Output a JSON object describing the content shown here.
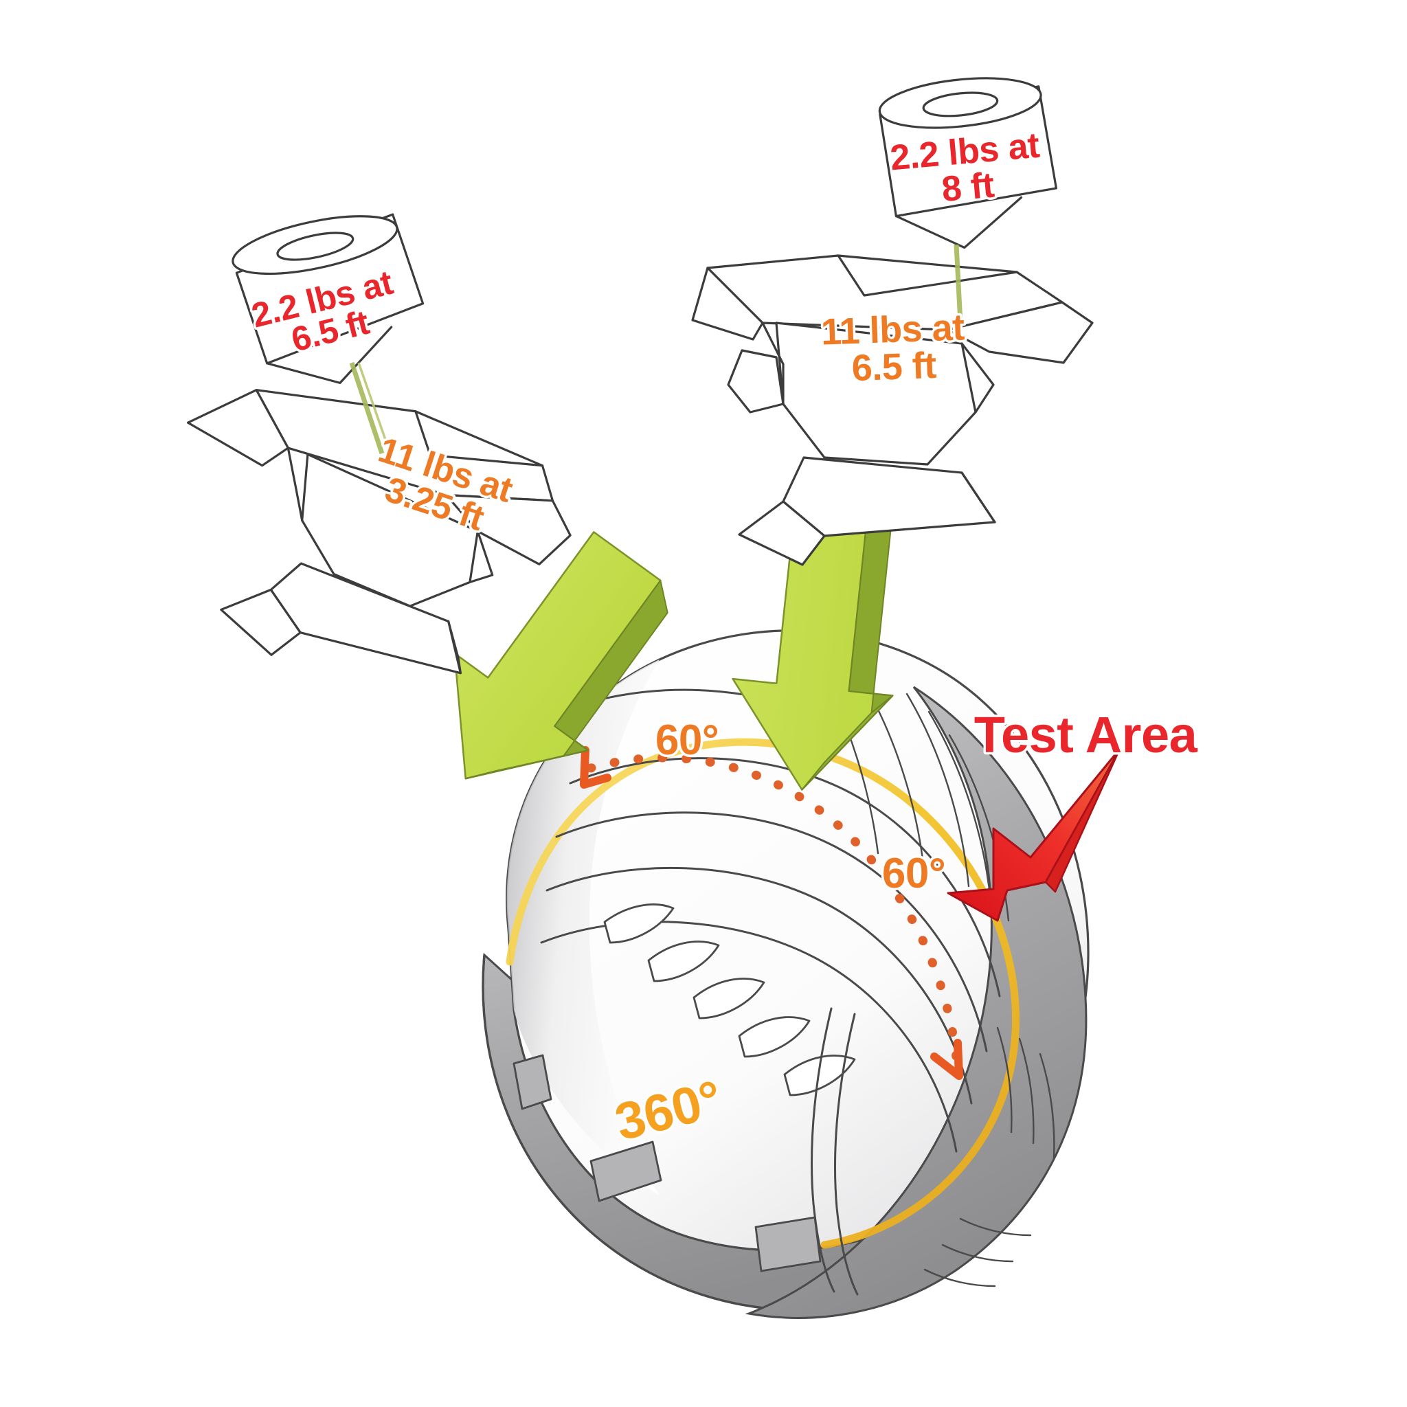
{
  "diagram": {
    "title": "Helmet impact test diagram",
    "background_color": "#ffffff"
  },
  "colors": {
    "red": "#e8262b",
    "orange": "#ef7a24",
    "amber": "#f6a01f",
    "arrow_green_light": "#c3dd4a",
    "arrow_green_dark": "#8aa82e",
    "arrow_red_light": "#f0442f",
    "arrow_red_dark": "#cf1b22",
    "helmet_shell": "#ffffff",
    "helmet_rim": "#a9a9ab",
    "outline": "#3c3c3c",
    "rim_highlight": "#f2cf3f"
  },
  "weights": {
    "left": {
      "label_line1": "2.2 lbs at",
      "label_line2": "6.5 ft",
      "color": "#e8262b",
      "icon": "cylindrical-weight-icon"
    },
    "right": {
      "label_line1": "2.2 lbs at",
      "label_line2": "8 ft",
      "color": "#e8262b",
      "icon": "cylindrical-weight-icon"
    }
  },
  "anvils": {
    "left": {
      "label_line1": "11 lbs at",
      "label_line2": "3.25 ft",
      "color": "#ef7a24",
      "icon": "anvil-icon"
    },
    "right": {
      "label_line1": "11 lbs at",
      "label_line2": "6.5 ft",
      "color": "#ef7a24",
      "icon": "anvil-icon"
    }
  },
  "annotations": {
    "test_area": {
      "label": "Test Area",
      "color": "#e8262b",
      "pointer": "red-arrow-icon"
    },
    "angle_upper": {
      "label": "60°",
      "color": "#ef7a24"
    },
    "angle_lower": {
      "label": "60°",
      "color": "#ef7a24"
    },
    "circumference": {
      "label": "360°",
      "color": "#f6a01f"
    }
  },
  "impact_arrows": [
    {
      "name": "left-impact-arrow",
      "color_light": "#c3dd4a",
      "color_dark": "#8aa82e"
    },
    {
      "name": "right-impact-arrow",
      "color_light": "#c3dd4a",
      "color_dark": "#8aa82e"
    }
  ]
}
